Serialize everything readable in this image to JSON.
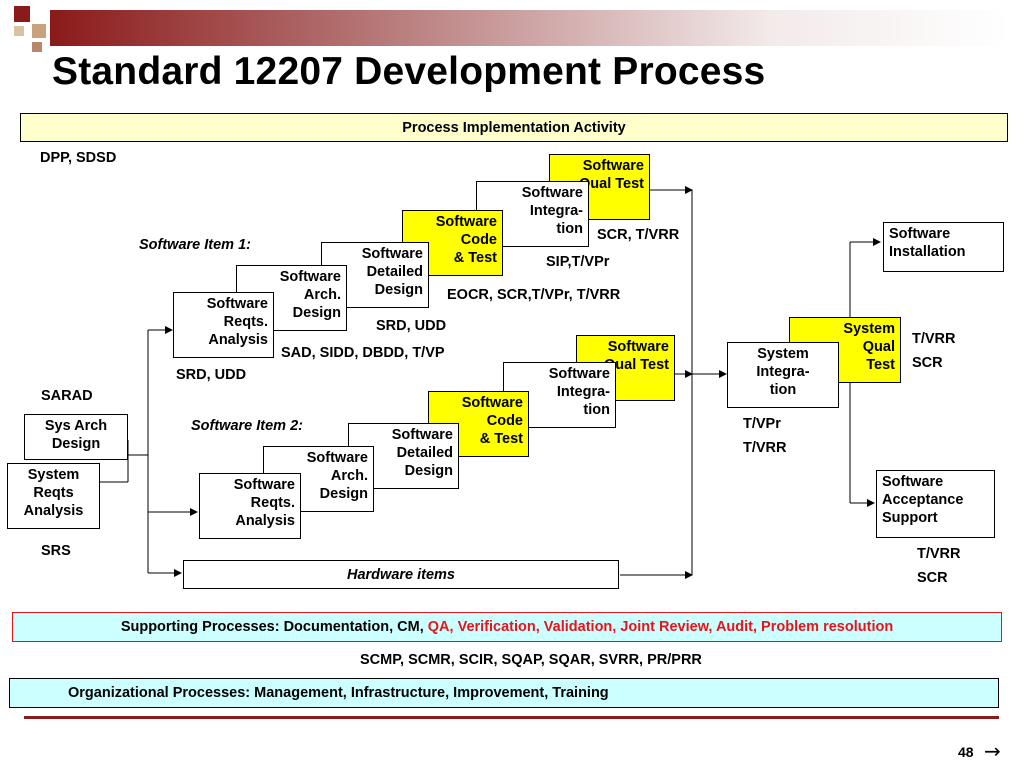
{
  "title": "Standard 12207 Development Process",
  "process_impl": "Process Implementation Activity",
  "labels": {
    "dpp": "DPP, SDSD",
    "sw_item1": "Software Item 1:",
    "sw_item2": "Software Item 2:",
    "sarad": "SARAD",
    "srs": "SRS",
    "scr_tvrr_1": "SCR, T/VRR",
    "sip": "SIP,T/VPr",
    "eocr": "EOCR, SCR,T/VPr, T/VRR",
    "srd_udd_1": "SRD, UDD",
    "sad": "SAD, SIDD, DBDD, T/VP",
    "srd_udd_2": "SRD, UDD",
    "tvrr_a": "T/VRR",
    "scr_a": "SCR",
    "tvpr": "T/VPr",
    "tvrr_b": "T/VRR",
    "tvrr_c": "T/VRR",
    "scr_c": "SCR"
  },
  "boxes": {
    "sys_arch": [
      "Sys Arch",
      "Design"
    ],
    "sys_reqts": [
      "System",
      "Reqts",
      "Analysis"
    ],
    "i1_qual": [
      "Software",
      "Qual Test"
    ],
    "i1_integ": [
      "Software",
      "Integra-",
      "tion"
    ],
    "i1_code": [
      "Software",
      "Code",
      "& Test"
    ],
    "i1_detail": [
      "Software",
      "Detailed",
      "Design"
    ],
    "i1_arch": [
      "Software",
      "Arch.",
      "Design"
    ],
    "i1_reqts": [
      "Software",
      "Reqts.",
      "Analysis"
    ],
    "i2_qual": [
      "Software",
      "Qual Test"
    ],
    "i2_integ": [
      "Software",
      "Integra-",
      "tion"
    ],
    "i2_code": [
      "Software",
      "Code",
      "& Test"
    ],
    "i2_detail": [
      "Software",
      "Detailed",
      "Design"
    ],
    "i2_arch": [
      "Software",
      "Arch.",
      "Design"
    ],
    "i2_reqts": [
      "Software",
      "Reqts.",
      "Analysis"
    ],
    "sys_qual": [
      "System",
      "Qual",
      "Test"
    ],
    "sys_integ": [
      "System",
      "Integra-",
      "tion"
    ],
    "sw_install": [
      "Software",
      "Installation"
    ],
    "sw_accept": [
      "Software",
      "Acceptance",
      "Support"
    ]
  },
  "hardware": "Hardware items",
  "supporting": {
    "prefix": "Supporting Processes: Documentation, CM,",
    "red": "QA, Verification, Validation, Joint Review, Audit, Problem resolution",
    "red_color": "#e8141c"
  },
  "support_docs": "SCMP, SCMR, SCIR, SQAP, SQAR, SVRR, PR/PRR",
  "organizational": "Organizational Processes: Management, Infrastructure, Improvement, Training",
  "page_number": "48",
  "colors": {
    "yellow": "#ffff00",
    "cream": "#ffffcc",
    "cyan": "#ccffff",
    "accent": "#8b1a1a"
  }
}
